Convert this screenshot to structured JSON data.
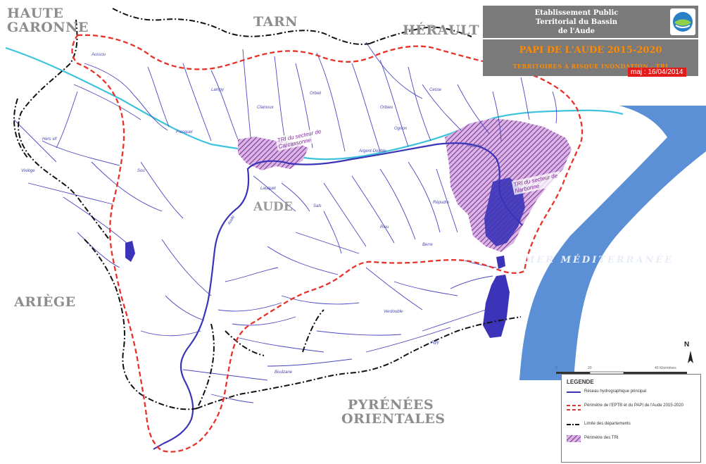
{
  "departments": {
    "haute_garonne": "HAUTE GARONNE",
    "tarn": "TARN",
    "herault": "HÉRAULT",
    "ariege": "ARIÈGE",
    "pyrenees_orientales": "PYRÉNÉES ORIENTALES",
    "aude": "AUDE"
  },
  "title_block": {
    "line1": "Etablissement Public",
    "line2": "Territorial du Bassin",
    "line3": "de l'Aude",
    "papi": "PAPI DE L'AUDE 2015-2020",
    "tri": "TERRITOIRES À RISQUE INONDATION - TRI",
    "update": "maj : 16/04/2014"
  },
  "tri_labels": {
    "carcassonne": "TRI du secteur de Carcassonne",
    "narbonne": "TRI du secteur de Narbonne"
  },
  "sea_label": "MER MÉDITERRANÉE",
  "river_labels": [
    "Fresquel",
    "Aude",
    "Orbiel",
    "Clamoux",
    "Orbieu",
    "Lauquet",
    "Sals",
    "Argent-Double",
    "Cesse",
    "Berre",
    "Rieu",
    "Verdouble",
    "Boulzane",
    "Agly",
    "Hers vif",
    "Lampy",
    "Vixiège",
    "Sou",
    "Robine",
    "Aussou",
    "Ognon",
    "Répudre"
  ],
  "scale": {
    "start": "0",
    "mid": "20",
    "end": "40 Kilomètres"
  },
  "north": "N",
  "legend": {
    "title": "LEGENDE",
    "items": [
      {
        "label": "Réseau hydrographique principal"
      },
      {
        "label": "Périmètre de l'EPTB et du PAPI de l'Aude 2015-2020"
      },
      {
        "label": "Limite des départements"
      },
      {
        "label": "Périmètre des TRI"
      }
    ]
  },
  "colors": {
    "river": "#3b34b8",
    "canal": "#3fc3dc",
    "eptb_boundary": "#e8332a",
    "dept_boundary": "#111111",
    "tri_hatch": "#8a3aa0",
    "sea": "#5b8fd6"
  }
}
